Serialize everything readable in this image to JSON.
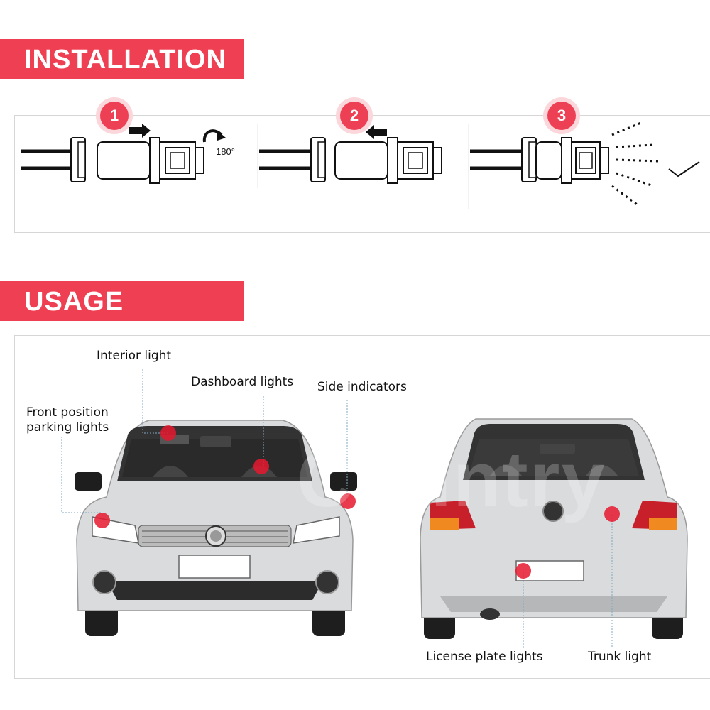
{
  "installation": {
    "title": "INSTALLATION",
    "steps": [
      {
        "number": "1",
        "rotation": "180°"
      },
      {
        "number": "2"
      },
      {
        "number": "3"
      }
    ]
  },
  "usage": {
    "title": "USAGE",
    "labels": {
      "interior": "Interior light",
      "dashboard": "Dashboard lights",
      "side": "Side indicators",
      "front_line1": "Front position",
      "front_line2": "parking lights",
      "license": "License plate lights",
      "trunk": "Trunk light"
    },
    "watermark": "Country"
  },
  "colors": {
    "accent": "#ef3f52",
    "marker": "#e5172f"
  }
}
